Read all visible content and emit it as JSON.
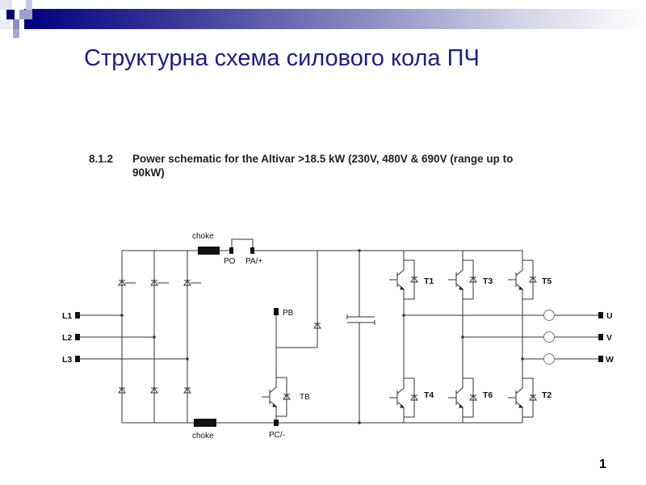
{
  "slide": {
    "title": "Структурна схема силового кола ПЧ",
    "page_number": "1",
    "accent_color": "#000080",
    "title_color": "#1c1c8e"
  },
  "section": {
    "number": "8.1.2",
    "heading_line1": "Power schematic for the Altivar >18.5 kW (230V, 480V & 690V (range up to",
    "heading_line2": "90kW)"
  },
  "schematic": {
    "inputs": [
      "L1",
      "L2",
      "L3"
    ],
    "choke_top": "choke",
    "choke_bottom": "choke",
    "terminals": {
      "po": "PO",
      "pa": "PA/+",
      "pb": "PB",
      "pc": "PC/-"
    },
    "brake_transistor": "TB",
    "upper_transistors": [
      "T1",
      "T3",
      "T5"
    ],
    "lower_transistors": [
      "T4",
      "T6",
      "T2"
    ],
    "outputs": [
      "U",
      "V",
      "W"
    ]
  }
}
